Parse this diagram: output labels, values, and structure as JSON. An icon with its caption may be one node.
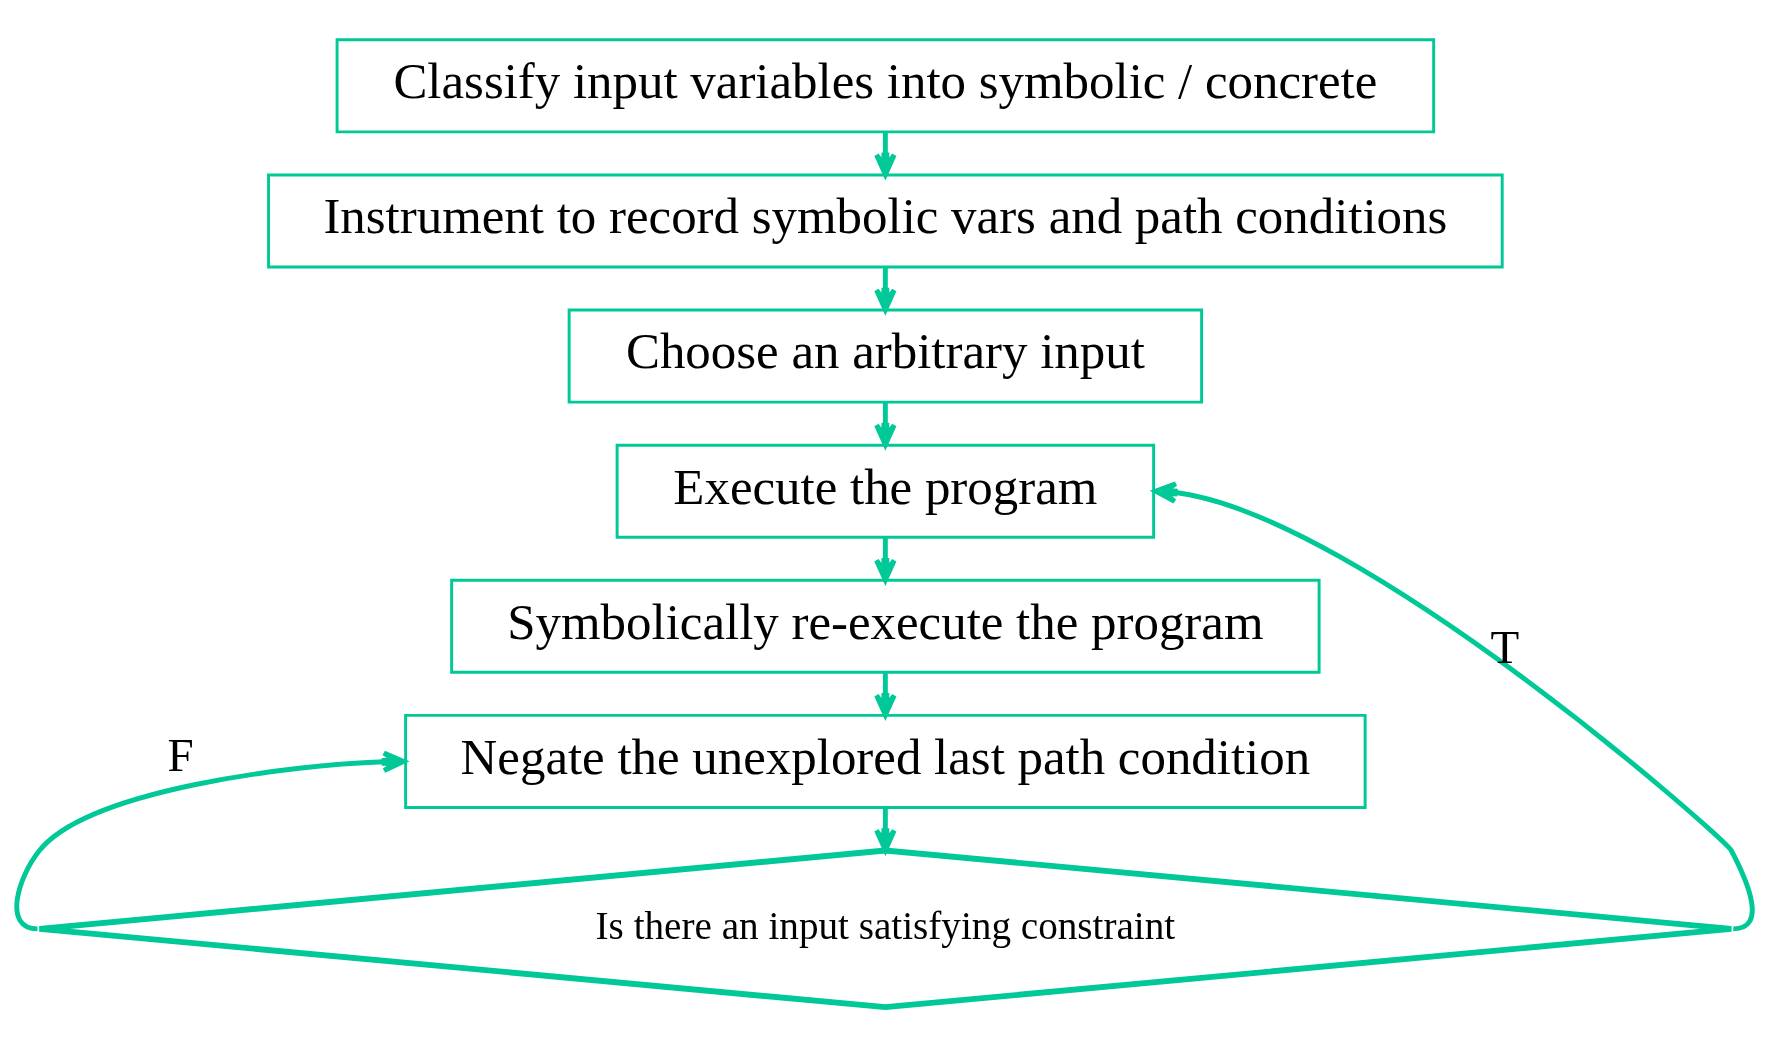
{
  "diagram": {
    "nodes": [
      {
        "text": [
          "Classify input variables into symbolic / concrete"
        ]
      },
      {
        "text": [
          "Instrument to record symbolic vars and path conditions"
        ]
      },
      {
        "text": [
          "Choose an arbitrary input"
        ]
      },
      {
        "text": [
          "Execute the program"
        ]
      },
      {
        "text": [
          "Symbolically re-execute the program"
        ]
      },
      {
        "text": [
          "Negate the unexplored last path condition"
        ]
      },
      {
        "text": [
          "Is there an input satisfying constraint"
        ]
      }
    ],
    "edges": [
      {
        "from": 0,
        "to": 1,
        "arrow": "to"
      },
      {
        "from": 1,
        "to": 2,
        "arrow": "to"
      },
      {
        "from": 2,
        "to": 3,
        "arrow": "to"
      },
      {
        "from": 3,
        "to": 4,
        "arrow": "to"
      },
      {
        "from": 4,
        "to": 5,
        "arrow": "to"
      },
      {
        "from": 5,
        "to": 6,
        "arrow": "to"
      },
      {
        "from": 6,
        "to": 5,
        "arrow": "to",
        "label": "F"
      },
      {
        "from": 6,
        "to": 3,
        "arrow": "to",
        "label": "T"
      }
    ]
  }
}
